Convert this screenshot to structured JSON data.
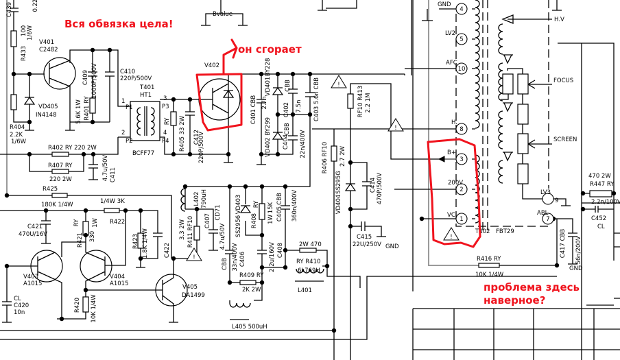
{
  "annotations": {
    "all_ok": "Вся обвязка цела!",
    "burns": "он сгорает",
    "problem_line1": "проблема здесь",
    "problem_line2": "наверное?",
    "ink_color": "#f0141e"
  },
  "labels": [
    "C439",
    "0.22",
    "100",
    "1/6W",
    "R433",
    "V401",
    "C2482",
    "VD405",
    "IN4148",
    "R404",
    "2.2K",
    "1/6W",
    "C409",
    "1000P/500V",
    "5.6K 1W",
    "R401 RY",
    "C410",
    "220P/500V",
    "T401",
    "HT1",
    "BCFF77",
    "RY",
    "R405 33 2W",
    "C412",
    "220P/500V",
    "V402",
    "Bvalue",
    "BY228",
    "VD401",
    "C401 CBB",
    "2.7n",
    "CBB",
    "C402",
    "7.5n",
    "C403 5.6n CBB",
    "VD402 BY299",
    "CBB",
    "C404",
    "22n/400V",
    "RF10 R413",
    "2.2 1M",
    "R406 RF10",
    "2.7 2W",
    "SS295G",
    "VD404",
    "C414",
    "470P/500V",
    "C415",
    "22U/250V",
    "GND",
    "L402",
    "790uH",
    "3.3 2W",
    "R411 RF10",
    "C407",
    "CD71",
    "4.7u/50V",
    "VD403",
    "SS2956",
    "RY",
    "R408",
    "15K",
    "1W",
    "CBB",
    "C405",
    "360n/400V",
    "CBB",
    "33n/400V",
    "C406",
    "2.2u/160V",
    "C408",
    "2W 470",
    "RY R410",
    "6L769H",
    "L401",
    "R409 RY",
    "2K 2W",
    "L405 500uH",
    "GND",
    "LV2",
    "AFC",
    "H.",
    "B+",
    "200V",
    "VC",
    "T402",
    "FBT29",
    "H.V",
    "FOCUS",
    "SCREEN",
    "LV3",
    "9",
    "ABL",
    "470 2W",
    "R447 RY",
    "2.2n/100V",
    "C452",
    "CL",
    "C417 CBB",
    "56n/200V",
    "GND",
    "R416 RY",
    "10K 1/4W",
    "R425",
    "180K 1/4W",
    "1/4W 3K",
    "R422",
    "C421",
    "470U/16V",
    "RY",
    "R421",
    "330",
    "1W",
    "R423",
    "1.8K 1/4W",
    "C422",
    "V403",
    "A1015",
    "V404",
    "A1015",
    "V405",
    "DA1499",
    "CL",
    "C420",
    "10n",
    "R420",
    "10K 1/4W",
    "R402 RY 220 2W",
    "R407 RY",
    "220 2W",
    "4.7u/50V",
    "C411",
    "1",
    "P1",
    "2",
    "P2",
    "3",
    "P3",
    "4",
    "P4",
    "4",
    "5",
    "10",
    "8",
    "3",
    "2",
    "1",
    "7"
  ],
  "icons": {
    "warning": "warning-triangle-icon"
  }
}
